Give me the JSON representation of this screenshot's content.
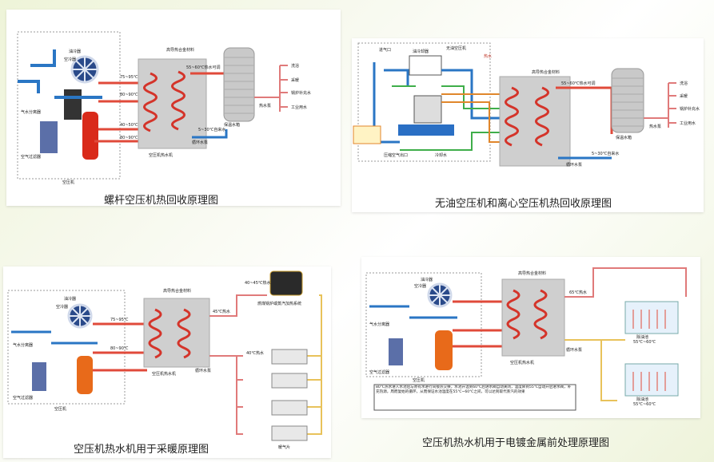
{
  "diagrams": [
    {
      "caption": "螺杆空压机热回收原理图",
      "labels": {
        "oil_cooler": "油冷器",
        "air_cooler": "空冷器",
        "air_oil_separator": "气水分离器",
        "air_filter": "空气过滤器",
        "compressor": "空压机",
        "hx_box": "空压机热水机",
        "hx_material": "高导热合金材料",
        "hot_out": "55~60℃热水可调",
        "cold_in": "5~30℃自来水",
        "tank": "保温水箱",
        "pump": "循环水泵",
        "booster": "热水泵",
        "t1": "75~95℃",
        "t2": "80~90℃",
        "t3": "40~50℃",
        "t4": "80~90℃",
        "uses": [
          "洗浴",
          "采暖",
          "锅炉补充水",
          "工业用水"
        ]
      }
    },
    {
      "caption": "无油空压机和离心空压机热回收原理图",
      "labels": {
        "main": "无油空压机",
        "cooler": "油冷却器",
        "inlet": "进气口",
        "hot_water": "热水",
        "hx_material": "高导热合金材料",
        "hot_out": "55~60℃热水可调",
        "cold_in": "5~30℃自来水",
        "tank": "保温水箱",
        "pump": "循环水泵",
        "booster": "热水泵",
        "outlet": "压缩空气出口",
        "cool_water": "冷却水",
        "uses": [
          "洗浴",
          "采暖",
          "锅炉补充水",
          "工业用水"
        ]
      }
    },
    {
      "caption": "空压机热水机用于采暖原理图",
      "labels": {
        "oil_cooler": "油冷器",
        "air_cooler": "空冷器",
        "air_oil_separator": "气水分离器",
        "air_filter": "空气过滤器",
        "compressor": "空压机",
        "hx_box": "空压机热水机",
        "hx_material": "高导热合金材料",
        "boiler": "燃煤锅炉或蒸汽加热系统",
        "pump": "循环水泵",
        "h1": "40~45℃热水",
        "h2": "45℃热水",
        "h3": "40℃热水",
        "radiator": "暖气片",
        "t1": "75~95℃",
        "t2": "80~90℃"
      }
    },
    {
      "caption": "空压机热水机用于电镀金属前处理原理图",
      "labels": {
        "oil_cooler": "油冷器",
        "air_cooler": "空冷器",
        "air_oil_separator": "气水分离器",
        "air_filter": "空气过滤器",
        "compressor": "空压机",
        "hx_box": "空压机热水机",
        "hx_material": "高导热合金材料",
        "pump": "循环水泵",
        "h1": "65℃热水",
        "tank1": "除油池",
        "tank1_temp": "55℃~60℃",
        "tank2": "除油池",
        "tank2_temp": "55℃~60℃",
        "note": "80℃热水进入水池后与原有水进行间接热交换，水池升温到60℃后进水阀自动关闭，温度降到55℃自动开启进水阀，补充热源，周而复始的循环，从而保证水池温度在55℃~60℃之间，可以达到取代蒸汽的效果"
      }
    }
  ]
}
